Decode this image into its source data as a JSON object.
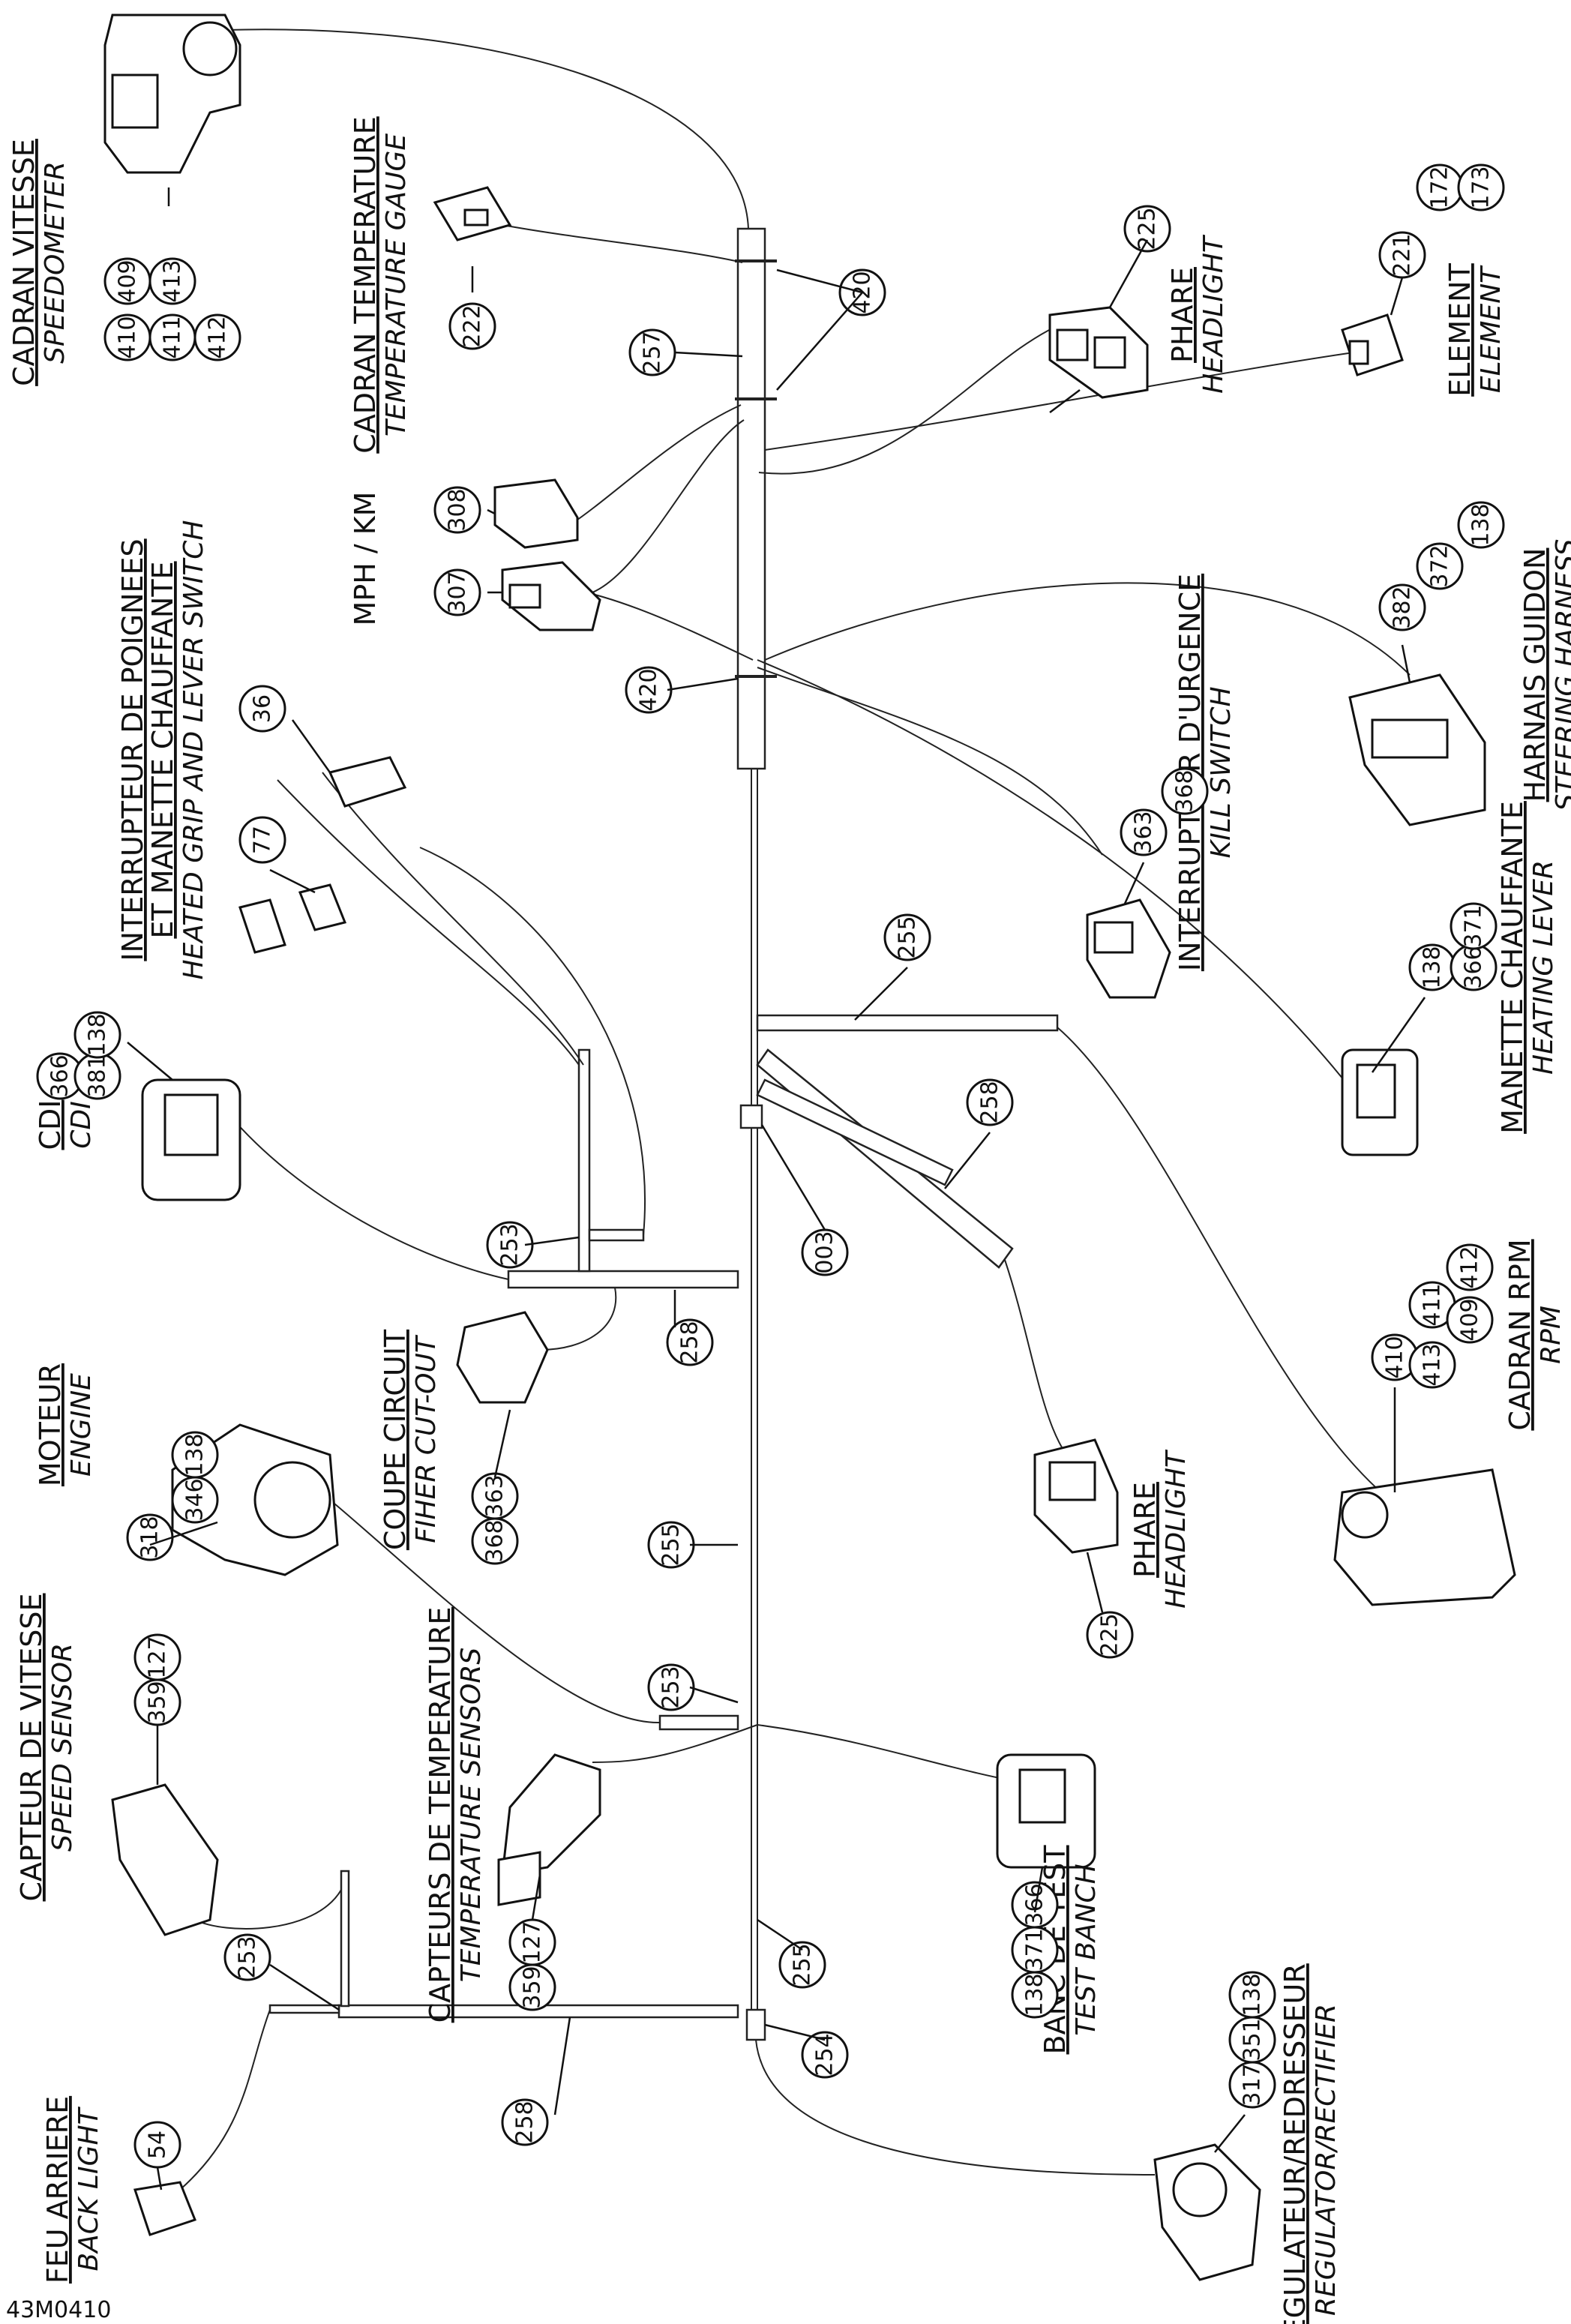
{
  "diagram": {
    "reference": "43M0410",
    "labels": {
      "speedometer": {
        "fr": "CADRAN VITESSE",
        "en": "SPEEDOMETER"
      },
      "temp_gauge": {
        "fr": "CADRAN TEMPERATURE",
        "en": "TEMPERATURE GAUGE"
      },
      "headlight_top": {
        "fr": "PHARE",
        "en": "HEADLIGHT"
      },
      "element": {
        "fr": "ELEMENT",
        "en": "ELEMENT"
      },
      "mph_km": {
        "fr": "MPH / KM"
      },
      "heated_grip": {
        "fr1": "INTERRUPTEUR DE POIGNEES",
        "fr2": "ET MANETTE CHAUFFANTE",
        "en": "HEATED GRIP AND LEVER SWITCH"
      },
      "steering": {
        "fr": "HARNAIS GUIDON",
        "en": "STEERING HARNESS"
      },
      "kill_switch": {
        "fr": "INTERRUPTEUR D'URGENCE",
        "en": "KILL SWITCH"
      },
      "cdi": {
        "fr": "CDI",
        "en": "CDI"
      },
      "heating_lever": {
        "fr": "MANETTE CHAUFFANTE",
        "en": "HEATING LEVER"
      },
      "fiher": {
        "fr": "COUPE CIRCUIT",
        "en": "FIHER CUT-OUT"
      },
      "rpm": {
        "fr": "CADRAN RPM",
        "en": "RPM"
      },
      "engine": {
        "fr": "MOTEUR",
        "en": "ENGINE"
      },
      "headlight_bot": {
        "fr": "PHARE",
        "en": "HEADLIGHT"
      },
      "speed_sensor": {
        "fr": "CAPTEUR DE VITESSE",
        "en": "SPEED SENSOR"
      },
      "temp_sensors": {
        "fr": "CAPTEURS DE TEMPERATURE",
        "en": "TEMPERATURE SENSORS"
      },
      "test_banch": {
        "fr": "BANC DE TEST",
        "en": "TEST BANCH"
      },
      "back_light": {
        "fr": "FEU ARRIERE",
        "en": "BACK LIGHT"
      },
      "regulator": {
        "fr": "REGULATEUR/REDRESSEUR",
        "en": "REGULATOR/RECTIFIER"
      }
    },
    "callouts": {
      "c409": "409",
      "c413": "413",
      "c410": "410",
      "c411": "411",
      "c412": "412",
      "c222": "222",
      "c420a": "420",
      "c257": "257",
      "c225a": "225",
      "c221": "221",
      "c172": "172",
      "c173": "173",
      "c308": "308",
      "c307": "307",
      "c420b": "420",
      "c382": "382",
      "c372": "372",
      "c138a": "138",
      "c36": "36",
      "c77": "77",
      "c363a": "363",
      "c368a": "368",
      "c366a": "366",
      "c381": "381",
      "c138b": "138",
      "c255a": "255",
      "c258a": "258",
      "c138c": "138",
      "c366b": "366",
      "c371a": "371",
      "c253a": "253",
      "c003": "003",
      "c258b": "258",
      "c410b": "410",
      "c411b": "411",
      "c412b": "412",
      "c413b": "413",
      "c409b": "409",
      "c318": "318",
      "c346": "346",
      "c138d": "138",
      "c368b": "368",
      "c363b": "363",
      "c255b": "255",
      "c225b": "225",
      "c359a": "359",
      "c127a": "127",
      "c253b": "253",
      "c359b": "359",
      "c127b": "127",
      "c138e": "138",
      "c371b": "371",
      "c366c": "366",
      "c255c": "255",
      "c253c": "253",
      "c254": "254",
      "c258c": "258",
      "c54": "54",
      "c317": "317",
      "c351": "351",
      "c138f": "138"
    }
  }
}
